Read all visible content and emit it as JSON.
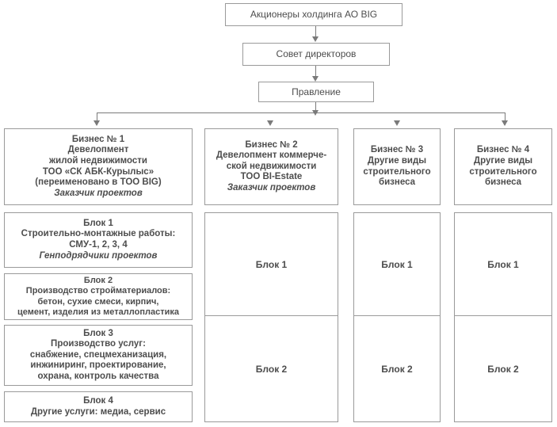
{
  "diagram": {
    "title_chain": [
      {
        "id": "shareholders",
        "label": "Акционеры холдинга АО BIG"
      },
      {
        "id": "board",
        "label": "Совет директоров"
      },
      {
        "id": "management",
        "label": "Правление"
      }
    ],
    "businesses": [
      {
        "id": "business-1",
        "lines": [
          "Бизнес № 1",
          "Девелопмент",
          "жилой недвижимости",
          "ТОО «СК АБК-Курылыс»",
          "(переименовано в ТОО BIG)"
        ],
        "emphasis": "Заказчик проектов"
      },
      {
        "id": "business-2",
        "lines": [
          "Бизнес № 2",
          "Девелопмент коммерче-",
          "ской недвижимости",
          "ТОО BI-Estate"
        ],
        "emphasis": "Заказчик проектов"
      },
      {
        "id": "business-3",
        "lines": [
          "Бизнес № 3",
          "Другие виды",
          "строительного",
          "бизнеса"
        ],
        "emphasis": ""
      },
      {
        "id": "business-4",
        "lines": [
          "Бизнес № 4",
          "Другие виды",
          "строительного",
          "бизнеса"
        ],
        "emphasis": ""
      }
    ],
    "column1_blocks": [
      {
        "id": "block-1",
        "lines": [
          "Блок 1",
          "Строительно-монтажные работы:",
          "СМУ-1, 2, 3, 4"
        ],
        "emphasis": "Генподрядчики проектов"
      },
      {
        "id": "block-2",
        "lines": [
          "Блок 2",
          "Производство стройматериалов:",
          "бетон, сухие смеси, кирпич,",
          "цемент, изделия из металлопластика"
        ],
        "emphasis": ""
      },
      {
        "id": "block-3",
        "lines": [
          "Блок 3",
          "Производство услуг:",
          "снабжение, спецмеханизация,",
          "инжиниринг, проектирование,",
          "охрана, контроль качества"
        ],
        "emphasis": ""
      },
      {
        "id": "block-4",
        "lines": [
          "Блок 4",
          "Другие услуги: медиа, сервис"
        ],
        "emphasis": ""
      }
    ],
    "generic_blocks": {
      "block1_label": "Блок 1",
      "block2_label": "Блок 2"
    },
    "colors": {
      "border": "#9a9a9a",
      "connector": "#7a7a7a",
      "text": "#4d4d4d",
      "background": "#ffffff"
    }
  }
}
